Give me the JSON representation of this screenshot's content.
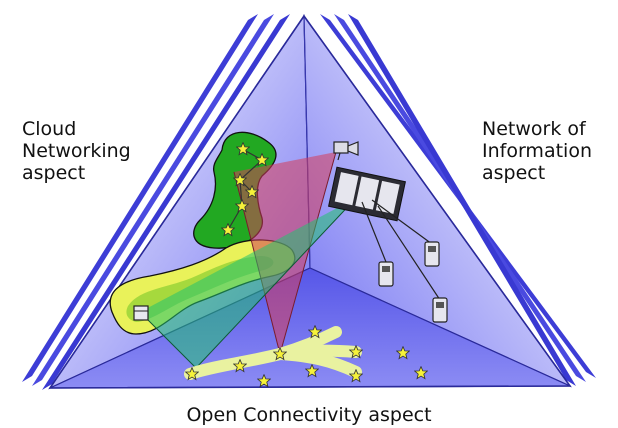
{
  "labels": {
    "cloud": [
      "Cloud",
      "Networking",
      "aspect"
    ],
    "network": [
      "Network of",
      "Information",
      "aspect"
    ],
    "connectivity": "Open Connectivity aspect"
  },
  "colors": {
    "face_blue": "#6f6ff0",
    "edge_blue": "#3b3bd6",
    "green_region": "#1fa81f",
    "yellow_region": "#e9f25a",
    "red_beam": "#d63c5a",
    "green_beam": "#2fb86f",
    "star": "#f6f23a"
  },
  "icons": [
    "camera-icon",
    "display-panel-icon",
    "handset-icon",
    "server-icon",
    "star-icon"
  ]
}
